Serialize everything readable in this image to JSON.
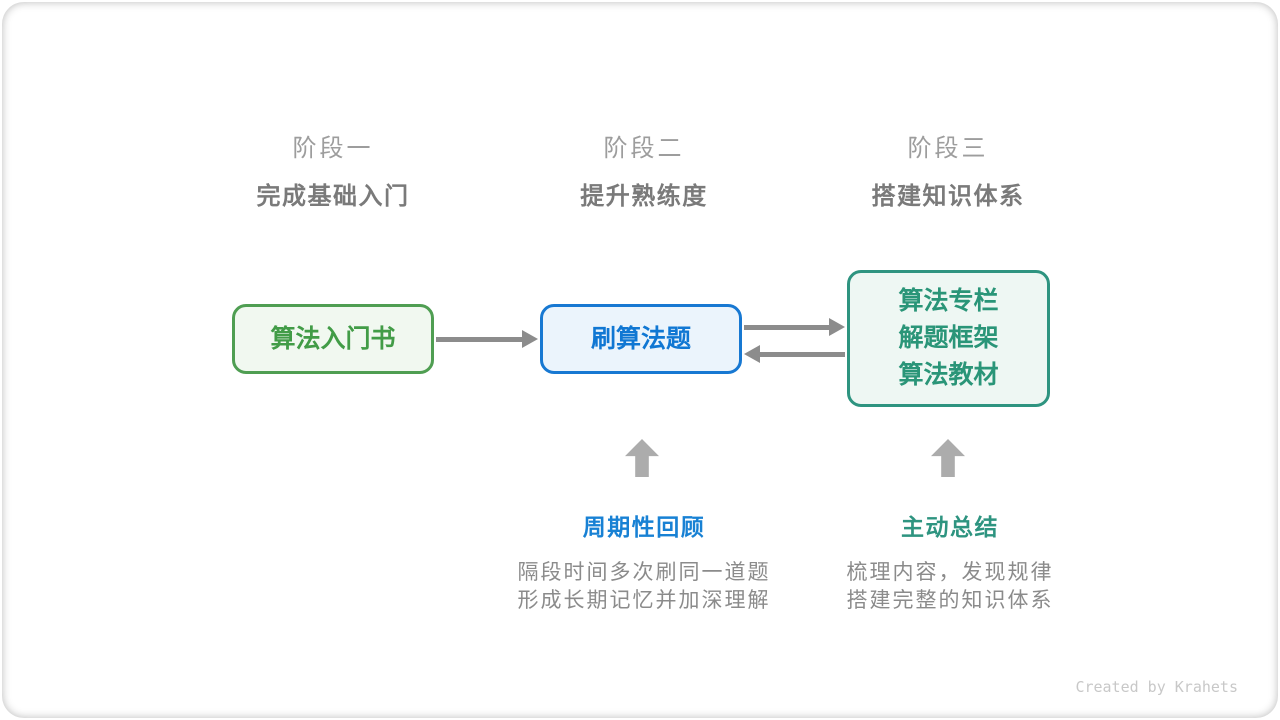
{
  "stages": [
    {
      "title": "阶段一",
      "subtitle": "完成基础入门"
    },
    {
      "title": "阶段二",
      "subtitle": "提升熟练度"
    },
    {
      "title": "阶段三",
      "subtitle": "搭建知识体系"
    }
  ],
  "nodes": {
    "intro_book": {
      "label": "算法入门书"
    },
    "practice": {
      "label": "刷算法题"
    },
    "resources": {
      "lines": [
        "算法专栏",
        "解题框架",
        "算法教材"
      ]
    }
  },
  "annotations": {
    "periodic_review": {
      "title": "周期性回顾",
      "desc": [
        "隔段时间多次刷同一道题",
        "形成长期记忆并加深理解"
      ]
    },
    "active_summary": {
      "title": "主动总结",
      "desc": [
        "梳理内容，发现规律",
        "搭建完整的知识体系"
      ]
    }
  },
  "credit": "Created by Krahets",
  "colors": {
    "node_green": "#4f9e52",
    "node_green_bg": "#f1f8f0",
    "node_blue": "#1778d2",
    "node_blue_bg": "#ebf4fc",
    "node_teal": "#2e9480",
    "node_teal_bg": "#eef7f3",
    "arrow_gray": "#8c8c8c",
    "block_arrow_gray": "#acacac",
    "stage_title_gray": "#9d9d9d",
    "stage_subtitle_gray": "#7a7a7a",
    "desc_gray": "#8b8b8b",
    "credit_gray": "#c8c8c8"
  }
}
